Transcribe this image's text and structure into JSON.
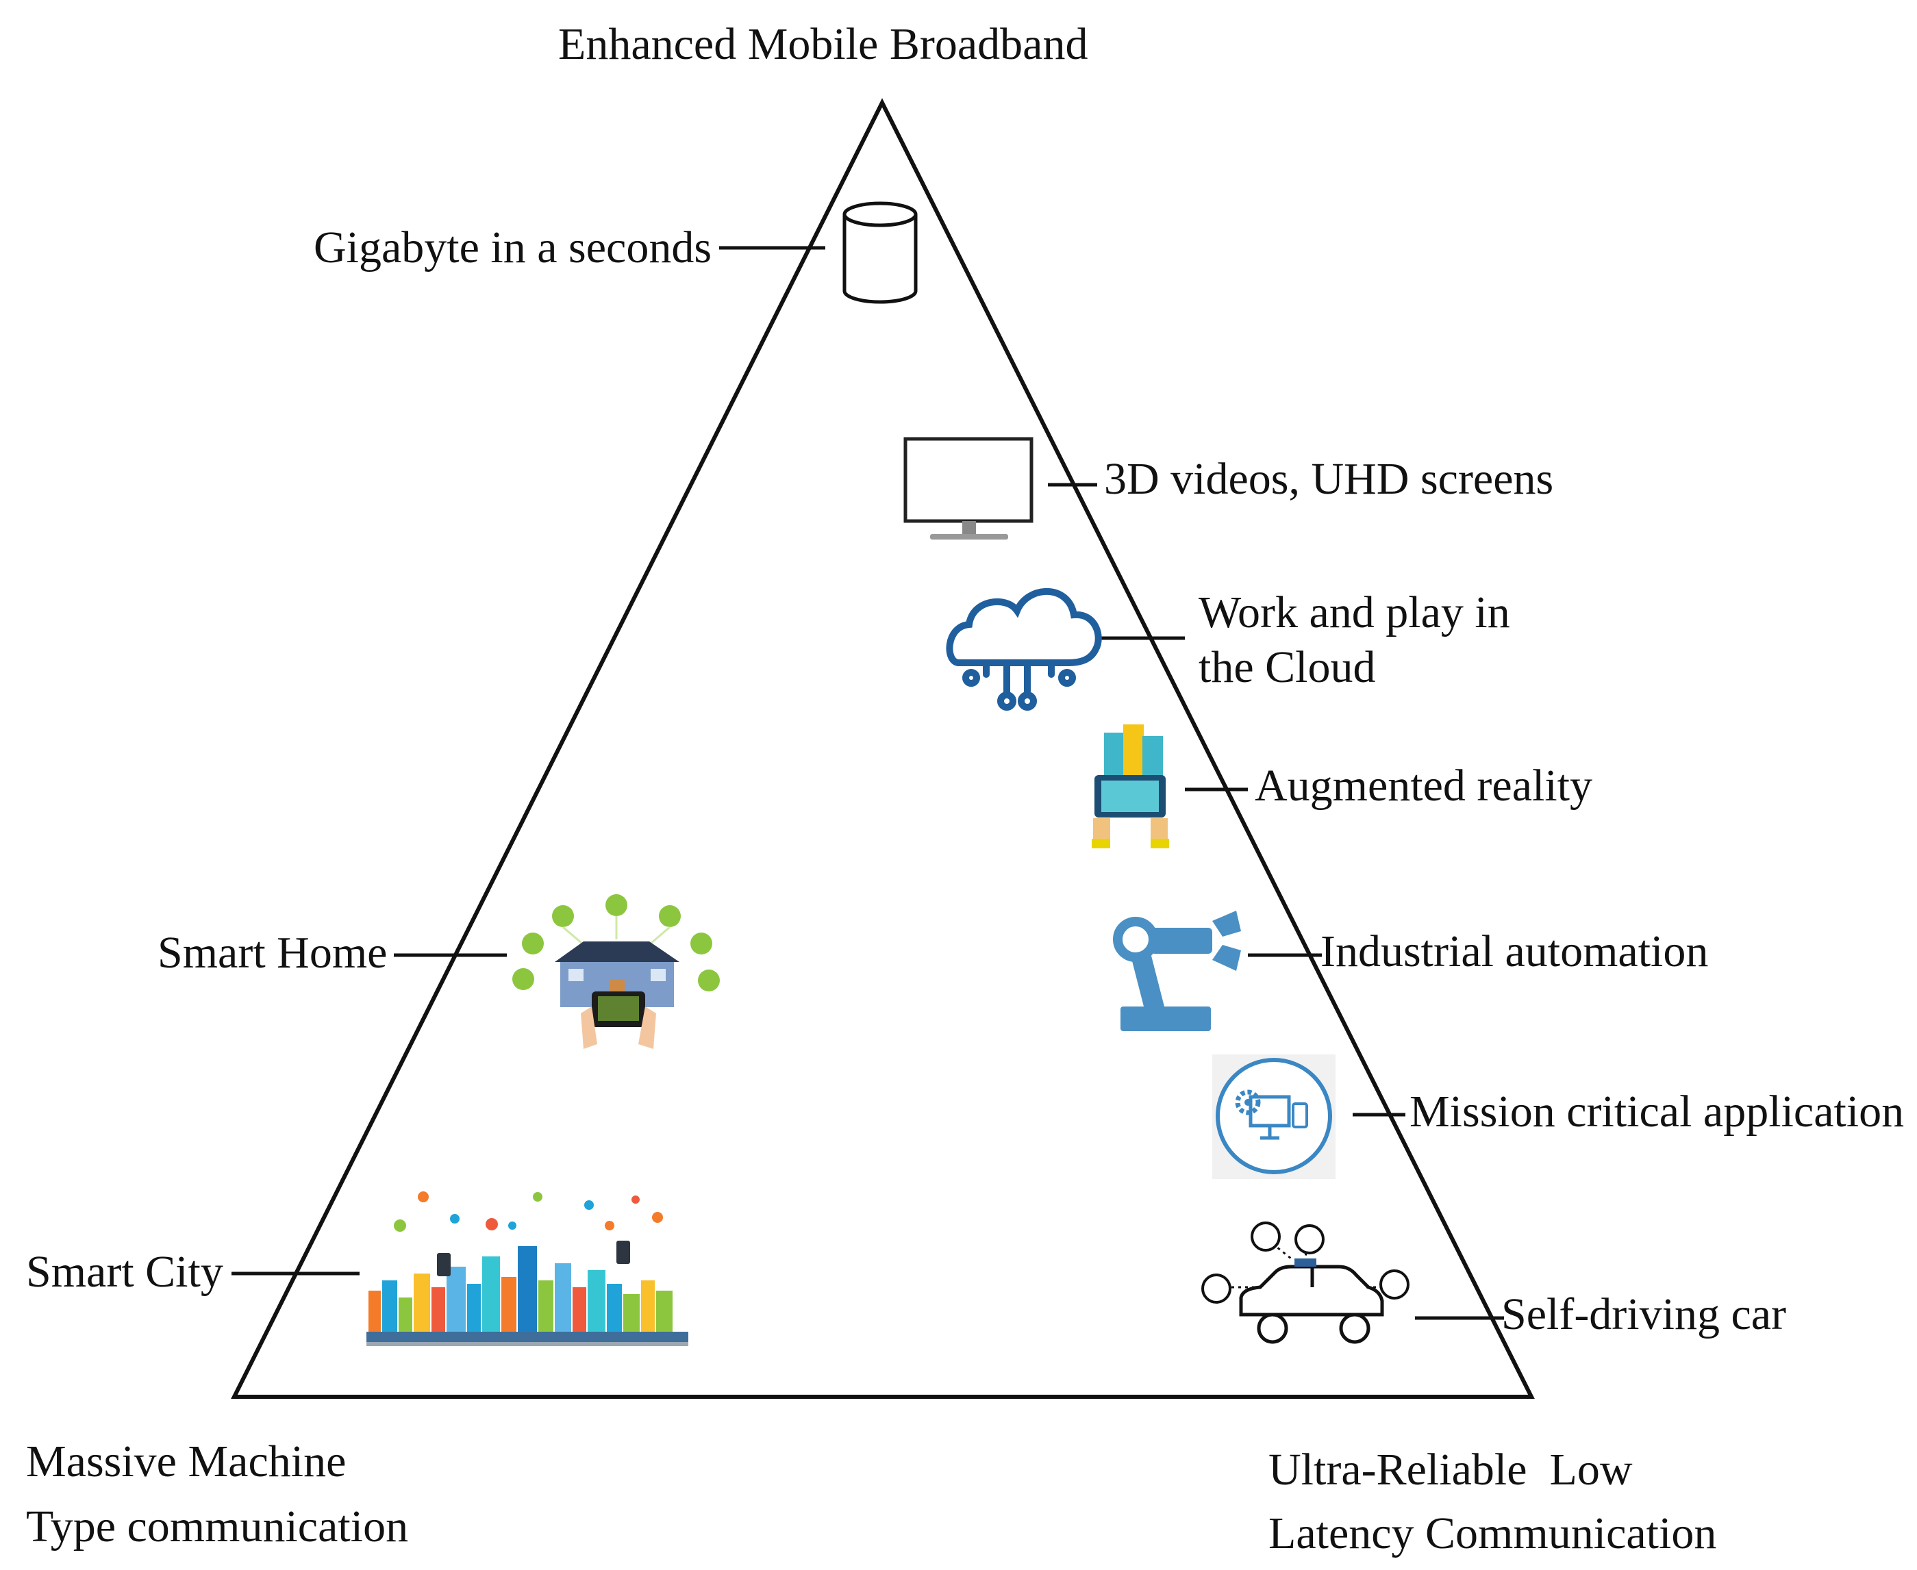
{
  "apexes": {
    "top": "Enhanced Mobile Broadband",
    "bottom_left": [
      "Massive Machine",
      "Type communication"
    ],
    "bottom_right": [
      "Ultra-Reliable  Low",
      "Latency Communication"
    ]
  },
  "use_cases": [
    {
      "label": "Gigabyte in a seconds",
      "icon": "database-cylinder-icon"
    },
    {
      "label": "3D videos, UHD screens",
      "icon": "monitor-icon"
    },
    {
      "label": [
        "Work and play in",
        "the Cloud"
      ],
      "icon": "cloud-circuit-icon"
    },
    {
      "label": "Augmented reality",
      "icon": "augmented-reality-tablet-icon"
    },
    {
      "label": "Industrial automation",
      "icon": "robot-arm-icon"
    },
    {
      "label": "Mission critical application",
      "icon": "devices-gear-icon"
    },
    {
      "label": "Self-driving car",
      "icon": "connected-car-icon"
    },
    {
      "label": "Smart Home",
      "icon": "smart-home-icon"
    },
    {
      "label": "Smart City",
      "icon": "smart-city-icon"
    }
  ],
  "colors": {
    "outline": "#111111",
    "cloud": "#1f5f9e",
    "robot": "#4a90c4",
    "smart_home_green": "#8cc63f",
    "ar_teal": "#3fb6c9"
  }
}
